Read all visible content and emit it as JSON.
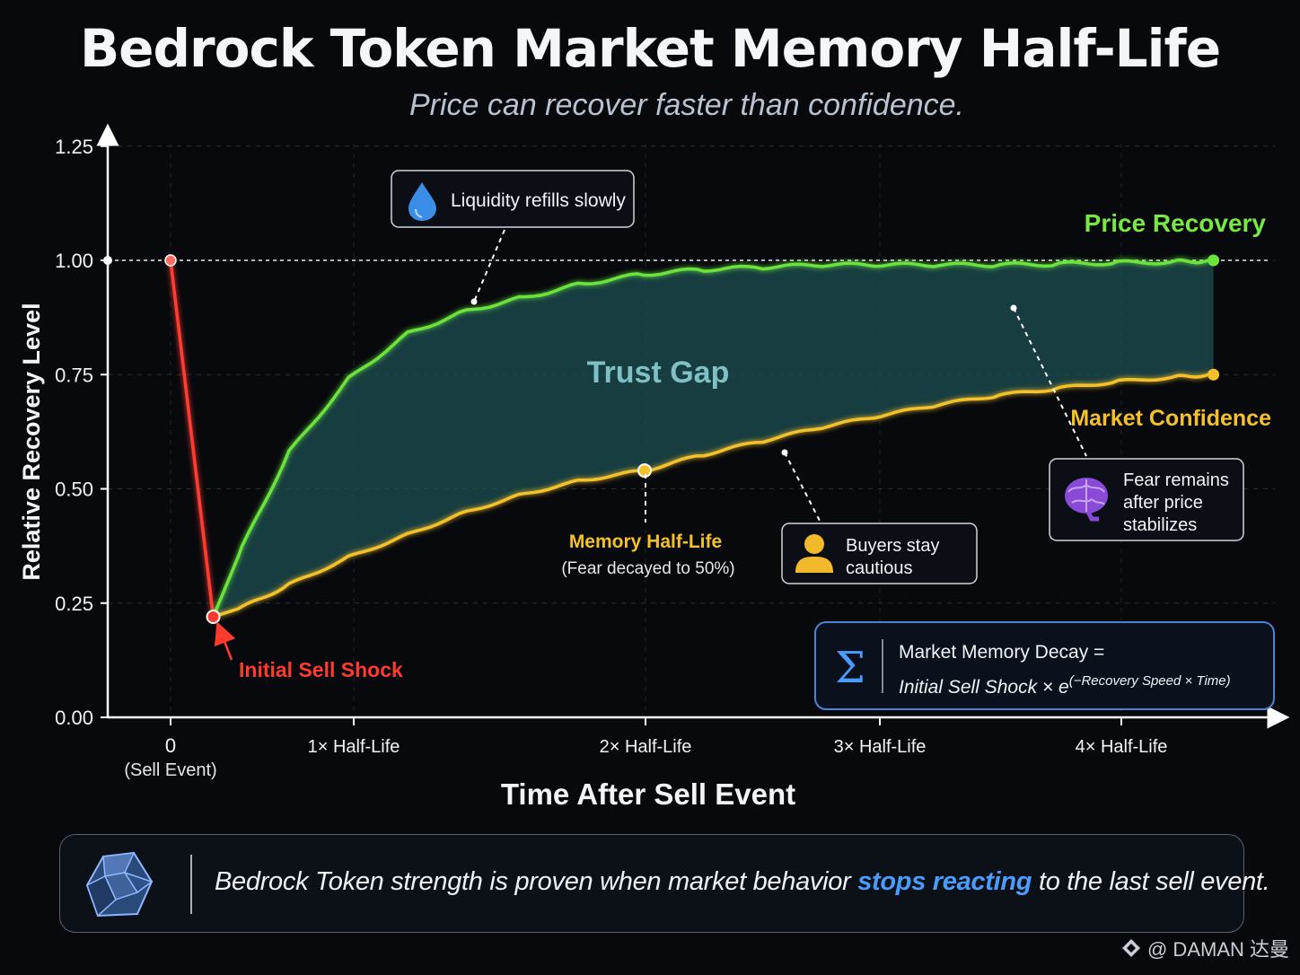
{
  "title": "Bedrock Token Market Memory Half-Life",
  "subtitle": "Price can recover faster than confidence.",
  "chart_data": {
    "type": "line",
    "xlabel": "Time After Sell Event",
    "ylabel": "Relative Recovery Level",
    "ylim": [
      0,
      1.25
    ],
    "yticks": [
      "1.25",
      "1.00",
      "0.75",
      "0.50",
      "0.25",
      "0.00"
    ],
    "xticks": [
      "0",
      "1× Half-Life",
      "2× Half-Life",
      "3× Half-Life",
      "4× Half-Life"
    ],
    "xtick_sub": "(Sell Event)",
    "x": [
      0,
      0.18,
      0.3,
      0.5,
      0.75,
      1.0,
      1.25,
      1.5,
      1.75,
      2.0,
      2.25,
      2.5,
      2.75,
      3.0,
      3.25,
      3.5,
      3.75,
      4.0,
      4.25,
      4.4
    ],
    "series": [
      {
        "name": "Price Recovery",
        "color": "#6be33c",
        "values": [
          1.0,
          0.22,
          0.37,
          0.58,
          0.74,
          0.84,
          0.89,
          0.92,
          0.95,
          0.97,
          0.98,
          0.985,
          0.99,
          0.99,
          0.99,
          0.99,
          0.992,
          0.995,
          0.997,
          1.0
        ]
      },
      {
        "name": "Market Confidence",
        "color": "#f5c12b",
        "values": [
          1.0,
          0.22,
          0.24,
          0.29,
          0.35,
          0.4,
          0.45,
          0.49,
          0.52,
          0.54,
          0.575,
          0.605,
          0.635,
          0.66,
          0.685,
          0.705,
          0.72,
          0.735,
          0.745,
          0.75
        ]
      }
    ],
    "baseline": 1.0,
    "shock": {
      "x": 0.18,
      "y": 0.22,
      "label": "Initial Sell Shock",
      "start_x": 0,
      "start_y": 1.0
    },
    "halflife_marker": {
      "x": 2.0,
      "y": 0.54
    }
  },
  "annotations": {
    "trust_gap": "Trust Gap",
    "liquidity": "Liquidity refills slowly",
    "memory_half_life": "Memory Half-Life",
    "memory_half_life_sub": "(Fear decayed to 50%)",
    "buyers_line1": "Buyers stay",
    "buyers_line2": "cautious",
    "fear_line1": "Fear remains",
    "fear_line2": "after price",
    "fear_line3": "stabilizes",
    "formula_line1": "Market Memory Decay =",
    "formula_line2_a": "Initial Sell Shock × e",
    "formula_line2_b": "(−Recovery Speed × Time)"
  },
  "footer": {
    "msg_before": "Bedrock Token strength is proven when market behavior ",
    "msg_highlight": "stops reacting",
    "msg_after": " to the last sell event."
  },
  "watermark": "@ DAMAN 达曼",
  "icons": {
    "liquidity": "water-drop-icon",
    "buyers": "person-icon",
    "fear": "brain-icon",
    "formula": "sigma-icon",
    "footer": "gem-icon",
    "watermark": "diamond-logo-icon"
  }
}
